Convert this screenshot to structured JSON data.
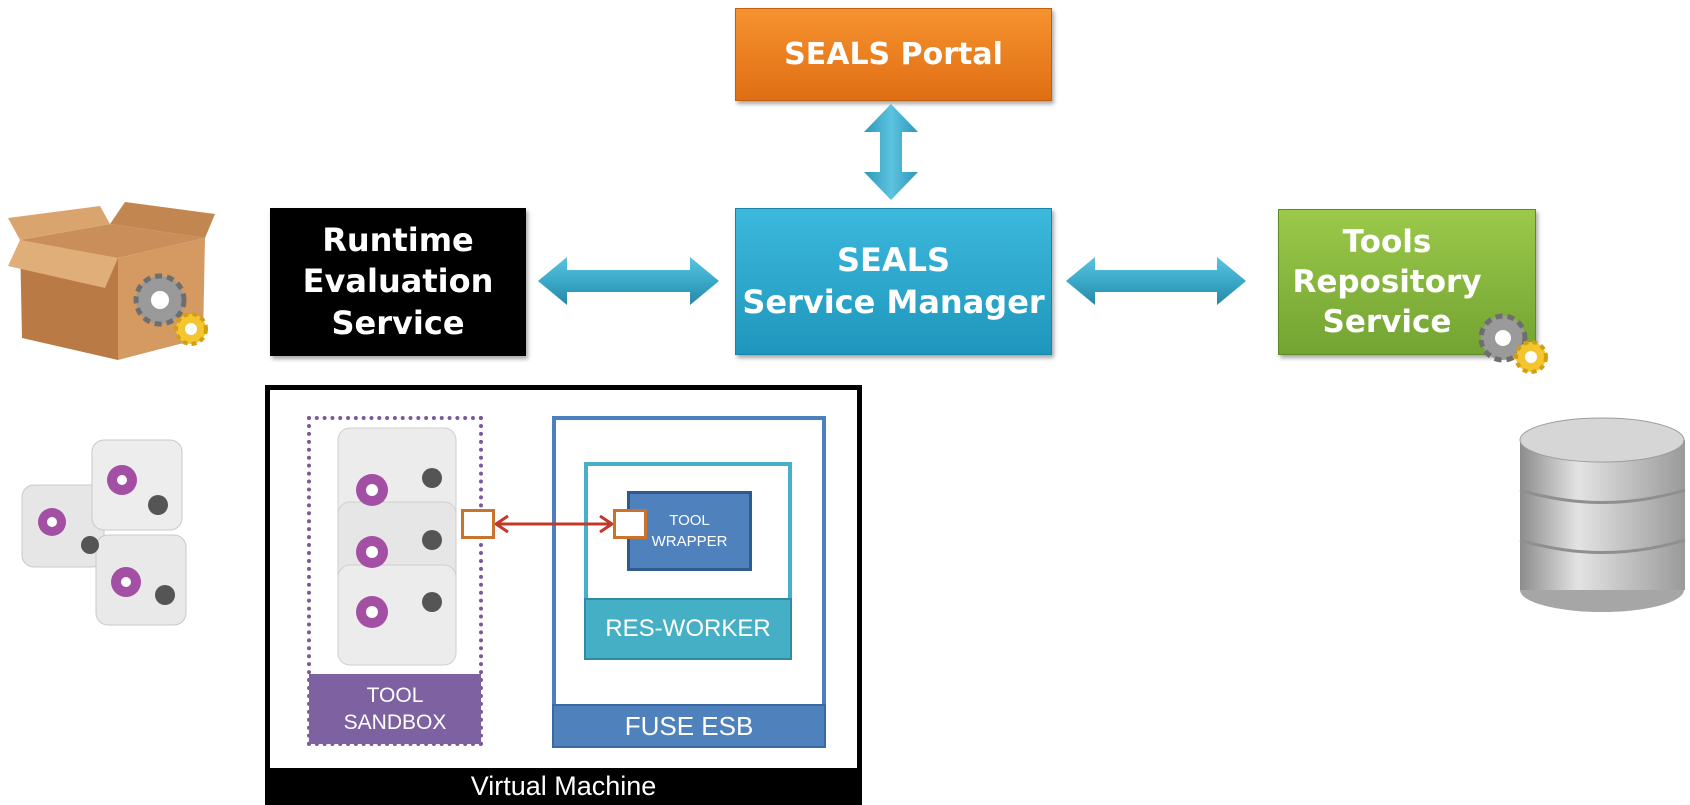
{
  "colors": {
    "portal": "#f08228",
    "service_manager": "#2ea9cf",
    "runtime": "#000000",
    "tools_repository": "#86b83e",
    "connector_arrow": "#3aa9c9",
    "sandbox": "#7e61a0",
    "fuse_esb": "#4f81bd",
    "res_worker": "#45afc6",
    "internal_arrow": "#c0392b"
  },
  "boxes": {
    "portal": "SEALS Portal",
    "service_manager": "SEALS\nService Manager",
    "runtime": "Runtime\nEvaluation\nService",
    "tools_repository": "Tools\nRepository\nService"
  },
  "virtual_machine": {
    "label": "Virtual Machine",
    "sandbox_label": "TOOL\nSANDBOX",
    "fuse_esb_label": "FUSE ESB",
    "res_worker_label": "RES-WORKER",
    "tool_wrapper_label": "TOOL\nWRAPPER"
  },
  "icons": [
    "cardboard-box-icon",
    "gear-icon",
    "component-blocks-icon",
    "database-icon"
  ]
}
